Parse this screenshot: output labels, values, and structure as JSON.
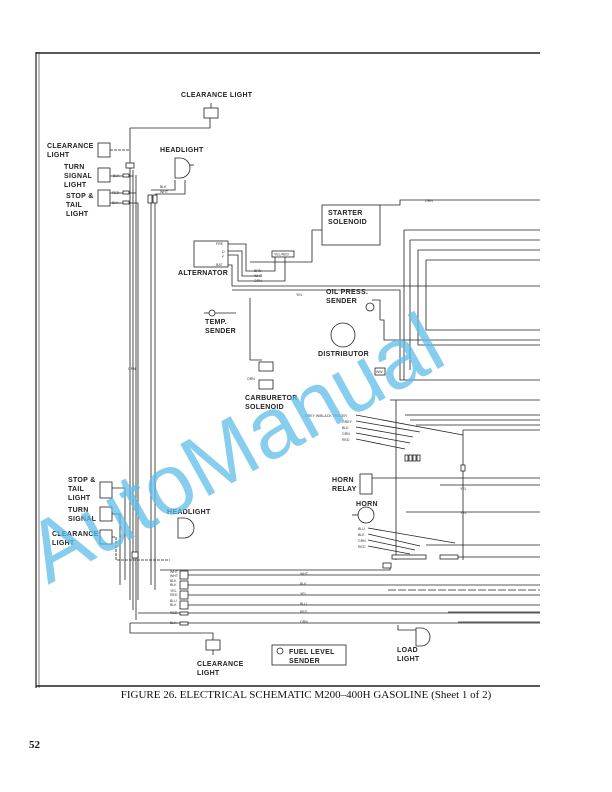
{
  "figure": {
    "caption": "FIGURE 26. ELECTRICAL SCHEMATIC M200–400H GASOLINE (Sheet 1 of 2)",
    "page_number": "52"
  },
  "watermark": "AutoManual",
  "components": {
    "clearance_light_top": "CLEARANCE LIGHT",
    "clearance_light_left": [
      "CLEARANCE",
      "LIGHT"
    ],
    "turn_signal_light": [
      "TURN",
      "SIGNAL",
      "LIGHT"
    ],
    "stop_tail_light": [
      "STOP &",
      "TAIL",
      "LIGHT"
    ],
    "headlight_top": "HEADLIGHT",
    "starter_solenoid": [
      "STARTER",
      "SOLENOID"
    ],
    "alternator": "ALTERNATOR",
    "oil_press_sender": [
      "OIL PRESS.",
      "SENDER"
    ],
    "temp_sender": [
      "TEMP.",
      "SENDER"
    ],
    "distributor": "DISTRIBUTOR",
    "carburetor_solenoid": [
      "CARBURETOR",
      "SOLENOID"
    ],
    "horn_relay": [
      "HORN",
      "RELAY"
    ],
    "horn": "HORN",
    "stop_tail_light_lower": [
      "STOP &",
      "TAIL",
      "LIGHT"
    ],
    "turn_signal_lower": [
      "TURN",
      "SIGNAL"
    ],
    "clearance_light_lower": [
      "CLEARANCE",
      "LIGHT"
    ],
    "headlight_lower": "HEADLIGHT",
    "clearance_light_bottom": [
      "CLEARANCE",
      "LIGHT"
    ],
    "fuel_level_sender": [
      "FUEL LEVEL",
      "SENDER"
    ],
    "load_light": [
      "LOAD",
      "LIGHT"
    ]
  },
  "wire_labels": {
    "blk": "BLK",
    "red": "RED",
    "wht": "WHT",
    "brn": "BRN",
    "orn": "ORN",
    "yel": "YEL",
    "blu": "BLU",
    "grn": "GRN",
    "grey": "GREY",
    "grey_tracer": "GREY W/BLACK TRACER",
    "yel_red": "YEL/RED",
    "fre": "FRE",
    "bat": "BAT",
    "d": "D",
    "f": "F",
    "ww": "WW"
  }
}
